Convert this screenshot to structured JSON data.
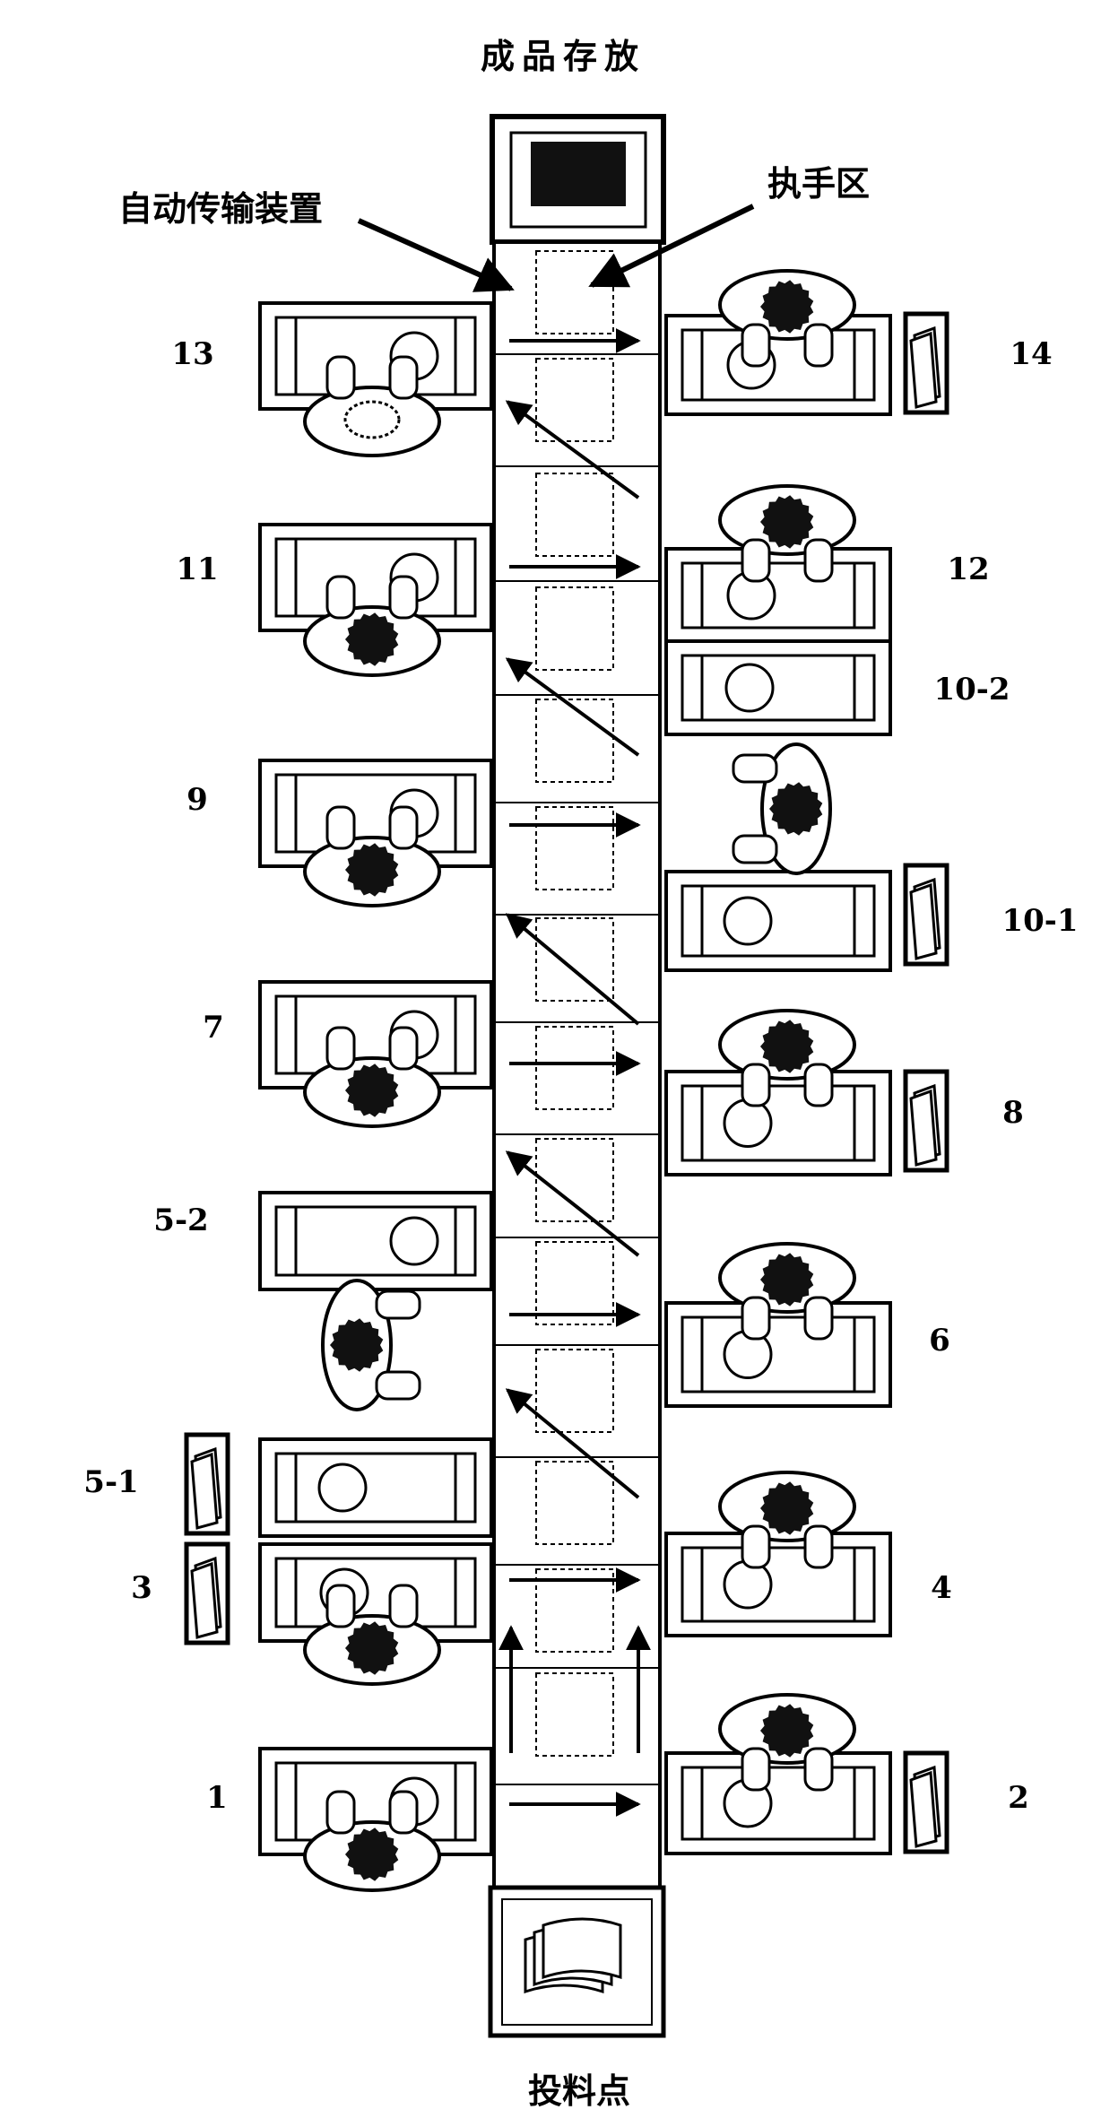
{
  "title_top": "成品存放",
  "label_conveyor": "自动传输装置",
  "label_handle_zone": "执手区",
  "title_bottom": "投料点",
  "stations": {
    "s1": "1",
    "s2": "2",
    "s3": "3",
    "s4": "4",
    "s5_1": "5-1",
    "s5_2": "5-2",
    "s6": "6",
    "s7": "7",
    "s8": "8",
    "s9": "9",
    "s10_1": "10-1",
    "s10_2": "10-2",
    "s11": "11",
    "s12": "12",
    "s13": "13",
    "s14": "14"
  },
  "colors": {
    "ink": "#000000",
    "paper": "#ffffff",
    "head": "#111111"
  }
}
